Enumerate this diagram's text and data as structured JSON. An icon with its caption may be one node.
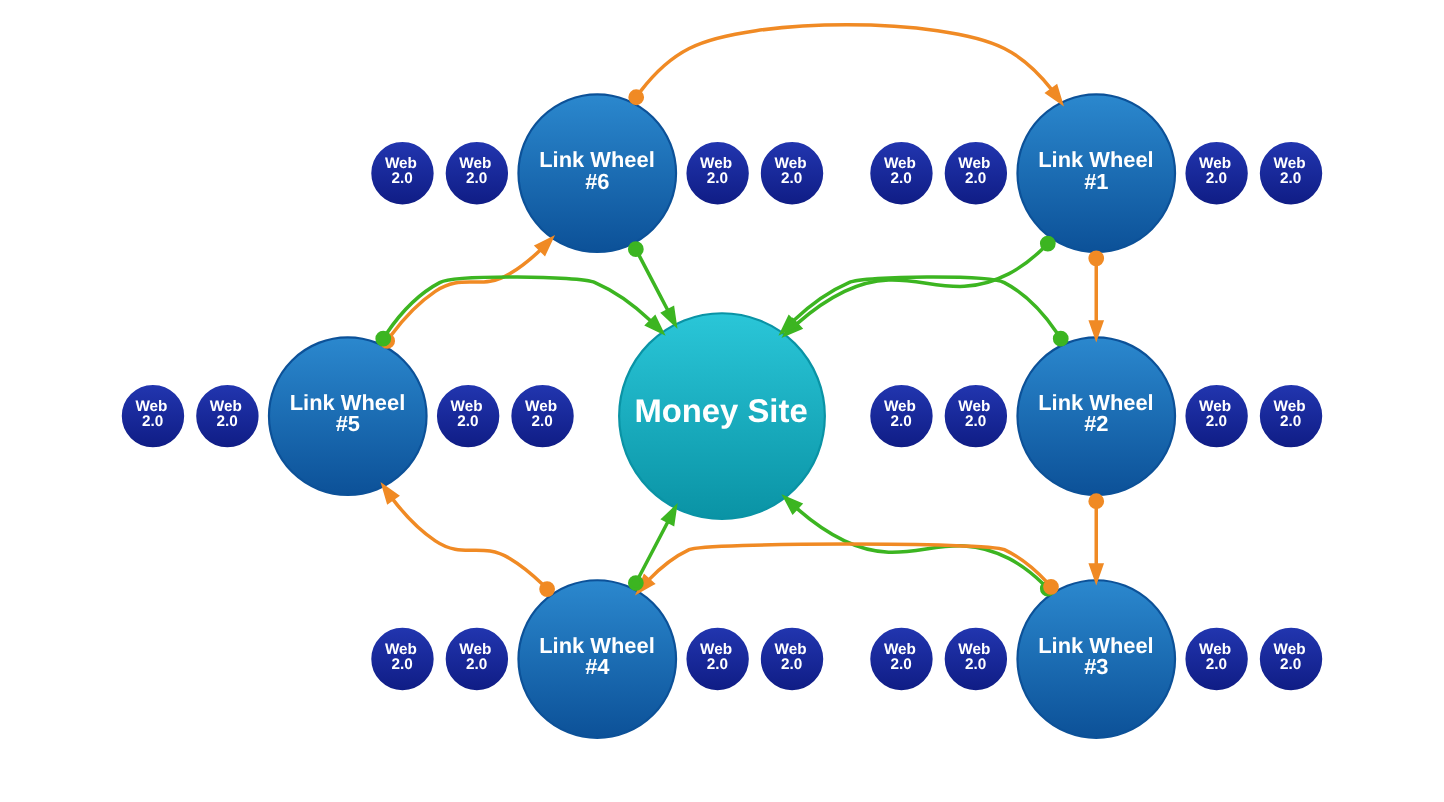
{
  "diagram": {
    "nodes": [
      {
        "text": [
          "Link Wheel #6"
        ]
      },
      {
        "text": [
          "Web 2.0"
        ]
      },
      {
        "text": [
          "Web 2.0"
        ]
      },
      {
        "text": [
          "Web 2.0"
        ]
      },
      {
        "text": [
          "Web 2.0"
        ]
      },
      {
        "text": [
          "Link Wheel #1"
        ]
      },
      {
        "text": [
          "Web 2.0"
        ]
      },
      {
        "text": [
          "Web 2.0"
        ]
      },
      {
        "text": [
          "Web 2.0"
        ]
      },
      {
        "text": [
          "Web 2.0"
        ]
      },
      {
        "text": [
          "Link Wheel #5"
        ]
      },
      {
        "text": [
          "Web 2.0"
        ]
      },
      {
        "text": [
          "Web 2.0"
        ]
      },
      {
        "text": [
          "Web 2.0"
        ]
      },
      {
        "text": [
          "Web 2.0"
        ]
      },
      {
        "text": [
          "Money Site"
        ]
      },
      {
        "text": [
          "Link Wheel #2"
        ]
      },
      {
        "text": [
          "Web 2.0"
        ]
      },
      {
        "text": [
          "Web 2.0"
        ]
      },
      {
        "text": [
          "Web 2.0"
        ]
      },
      {
        "text": [
          "Web 2.0"
        ]
      },
      {
        "text": [
          "Link Wheel #4"
        ]
      },
      {
        "text": [
          "Web 2.0"
        ]
      },
      {
        "text": [
          "Web 2.0"
        ]
      },
      {
        "text": [
          "Web 2.0"
        ]
      },
      {
        "text": [
          "Web 2.0"
        ]
      },
      {
        "text": [
          "Link Wheel #3"
        ]
      },
      {
        "text": [
          "Web 2.0"
        ]
      },
      {
        "text": [
          "Web 2.0"
        ]
      },
      {
        "text": [
          "Web 2.0"
        ]
      },
      {
        "text": [
          "Web 2.0"
        ]
      }
    ],
    "edges": [
      {
        "from": 0,
        "to": 5,
        "arrow": "to",
        "color": "#f08a24"
      },
      {
        "from": 5,
        "to": 16,
        "arrow": "to",
        "color": "#f08a24"
      },
      {
        "from": 16,
        "to": 26,
        "arrow": "to",
        "color": "#f08a24"
      },
      {
        "from": 26,
        "to": 21,
        "arrow": "to",
        "color": "#f08a24"
      },
      {
        "from": 21,
        "to": 10,
        "arrow": "to",
        "color": "#f08a24"
      },
      {
        "from": 10,
        "to": 0,
        "arrow": "to",
        "color": "#f08a24"
      },
      {
        "from": 0,
        "to": 15,
        "arrow": "to",
        "color": "#3cb521"
      },
      {
        "from": 5,
        "to": 15,
        "arrow": "to",
        "color": "#3cb521"
      },
      {
        "from": 10,
        "to": 15,
        "arrow": "to",
        "color": "#3cb521"
      },
      {
        "from": 16,
        "to": 15,
        "arrow": "to",
        "color": "#3cb521"
      },
      {
        "from": 21,
        "to": 15,
        "arrow": "to",
        "color": "#3cb521"
      },
      {
        "from": 26,
        "to": 15,
        "arrow": "to",
        "color": "#3cb521"
      }
    ]
  }
}
